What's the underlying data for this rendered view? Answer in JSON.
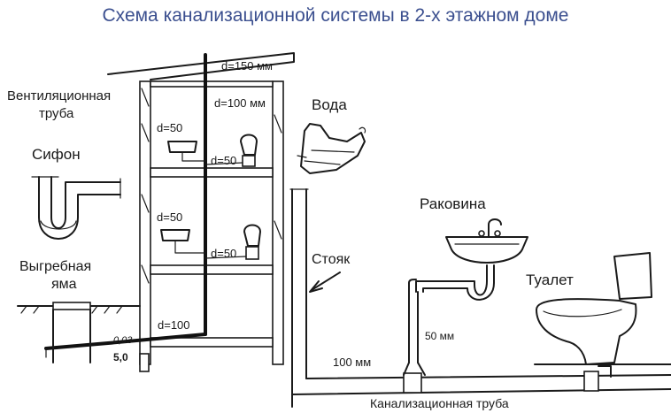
{
  "title": "Схема канализационной системы в 2-х этажном доме",
  "labels": {
    "vent_pipe": [
      "Вентиляционная",
      "труба"
    ],
    "siphon": "Сифон",
    "cesspool": [
      "Выгребная",
      "яма"
    ],
    "water": "Вода",
    "sink": "Раковина",
    "toilet": "Туалет",
    "riser": "Стояк",
    "sewer_pipe": "Канализационная труба"
  },
  "dimensions": {
    "d150": "d=150 мм",
    "d100_top": "d=100 мм",
    "d50_floor2": "d=50",
    "d50_floor2_wc": "d=50",
    "d50_floor1": "d=50",
    "d50_floor1_wc": "d=50",
    "d100_bottom": "d=100",
    "slope": "0,03",
    "depth": "5,0",
    "mm50": "50 мм",
    "mm100": "100 мм"
  }
}
